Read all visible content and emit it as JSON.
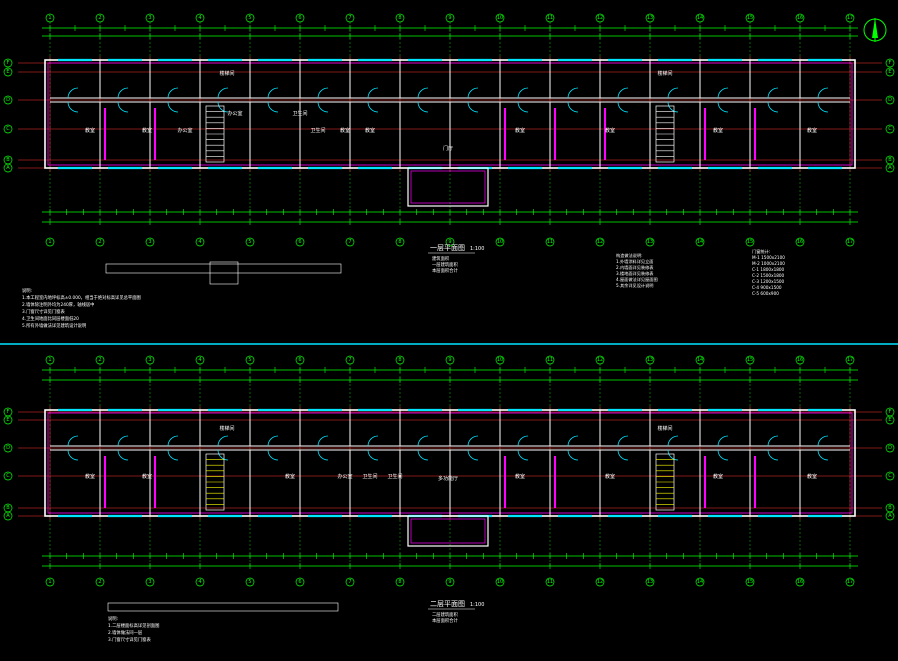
{
  "colors": {
    "background": "#000000",
    "grid": "#ff3030",
    "dimension": "#00ff00",
    "wall": "#ffffff",
    "window": "#00e5ff",
    "door": "#00e5ff",
    "furniture": "#ff00ff",
    "stair": "#ffff00",
    "divider": "#00e5ff"
  },
  "grid_labels": [
    "1",
    "2",
    "3",
    "4",
    "5",
    "6",
    "7",
    "8",
    "9",
    "10",
    "11",
    "12",
    "13",
    "14",
    "15",
    "16",
    "17"
  ],
  "row_labels": [
    "F",
    "E",
    "D",
    "C",
    "B",
    "A"
  ],
  "plan1": {
    "title": "一层平面图",
    "scale": "1:100",
    "rooms": [
      "教室",
      "教室",
      "办公室",
      "办公室",
      "卫生间",
      "卫生间",
      "教室",
      "教室",
      "门厅",
      "教室",
      "教室",
      "教室",
      "教室",
      "楼梯间",
      "楼梯间"
    ],
    "notes_left": [
      "说明:",
      "1.本工程室内地坪标高±0.000，相当于绝对标高详见总平面图",
      "2.墙体除注明外均为240厚，轴线居中",
      "3.门窗尺寸详见门窗表",
      "4.卫生间地面比同层楼面低20",
      "5.所有外墙做法详见建筑设计说明"
    ],
    "notes_mid": [
      "建筑面积",
      "一层建筑面积",
      "本层面积合计"
    ],
    "notes_right": [
      "构造做法说明:",
      "1.外墙涂料详见立面",
      "2.内墙面详见装修表",
      "3.楼地面详见装修表",
      "4.屋面做法详见屋面图",
      "5.其余详见设计说明"
    ],
    "notes_far_right": [
      "门窗统计:",
      "M-1 1500x2100",
      "M-2 1000x2100",
      "C-1 1800x1800",
      "C-2 1500x1800",
      "C-3 1200x1500",
      "C-4 900x1500",
      "C-5 600x900"
    ]
  },
  "plan2": {
    "title": "二层平面图",
    "scale": "1:100",
    "rooms": [
      "教室",
      "教室",
      "教室",
      "办公室",
      "卫生间",
      "卫生间",
      "多功能厅",
      "教室",
      "教室",
      "教室",
      "教室",
      "楼梯间",
      "楼梯间"
    ],
    "notes_left": [
      "说明:",
      "1.二层楼面标高详见剖面图",
      "2.墙体做法同一层",
      "3.门窗尺寸详见门窗表"
    ],
    "notes_mid": [
      "二层建筑面积",
      "本层面积合计"
    ]
  }
}
